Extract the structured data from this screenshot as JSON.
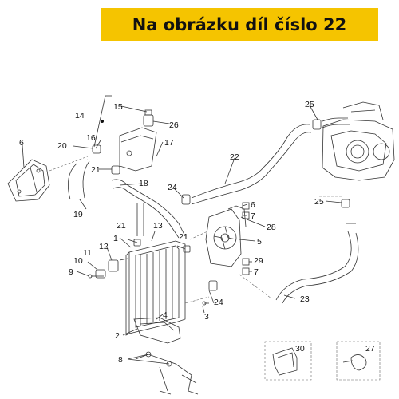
{
  "banner": {
    "text": "Na obrázku díl číslo 22",
    "background": "#f5c400",
    "text_color": "#111111"
  },
  "callouts": {
    "c2": "2",
    "c3": "3",
    "c4": "4",
    "c5": "5",
    "c6a": "6",
    "c6b": "6",
    "c7a": "7",
    "c7b": "7",
    "c8": "8",
    "c9": "9",
    "c10": "10",
    "c11": "11",
    "c12": "12",
    "c13": "13",
    "c14": "14",
    "c15": "15",
    "c16": "16",
    "c17": "17",
    "c18": "18",
    "c19": "19",
    "c20": "20",
    "c21a": "21",
    "c21b": "21",
    "c21c": "21",
    "c22": "22",
    "c23": "23",
    "c24a": "24",
    "c24b": "24",
    "c25a": "25",
    "c25b": "25",
    "c26": "26",
    "c27": "27",
    "c28": "28",
    "c29": "29",
    "c30": "30",
    "c1": "1"
  }
}
